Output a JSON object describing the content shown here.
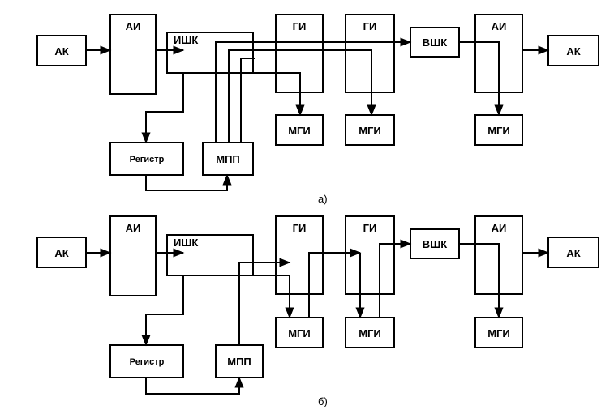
{
  "diagram_a": {
    "caption": "а)",
    "labels": {
      "ak_in": "АК",
      "ai_1": "АИ",
      "ishk": "ИШК",
      "gi_1": "ГИ",
      "gi_2": "ГИ",
      "vshk": "ВШК",
      "ai_2": "АИ",
      "ak_out": "АК",
      "mgi_1": "МГИ",
      "mgi_2": "МГИ",
      "mgi_3": "МГИ",
      "register": "Регистр",
      "mpp": "МПП"
    }
  },
  "diagram_b": {
    "caption": "б)",
    "labels": {
      "ak_in": "АК",
      "ai_1": "АИ",
      "ishk": "ИШК",
      "gi_1": "ГИ",
      "gi_2": "ГИ",
      "vshk": "ВШК",
      "ai_2": "АИ",
      "ak_out": "АК",
      "mgi_1": "МГИ",
      "mgi_2": "МГИ",
      "mgi_3": "МГИ",
      "register": "Регистр",
      "mpp": "МПП"
    }
  }
}
